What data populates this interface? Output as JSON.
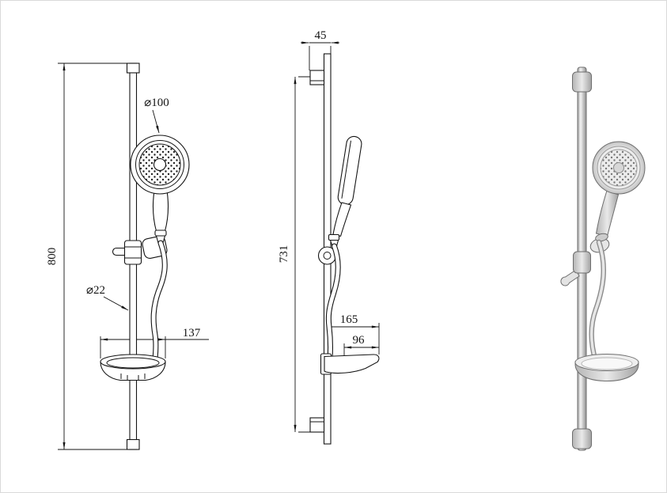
{
  "sheet": {
    "background": "#ffffff",
    "frame_color": "#d9d9d9",
    "line_color": "#141414",
    "render_stroke": "#6e6e6e",
    "render_fill_light": "#ececec",
    "render_fill_mid": "#d9d9d9"
  },
  "views": {
    "front": {
      "dim_height": "800",
      "dim_head_diameter": "⌀100",
      "dim_bar_diameter": "⌀22",
      "dim_dish_width": "137"
    },
    "side": {
      "dim_depth": "45",
      "dim_rail_length": "731",
      "dim_dish_reach": "165",
      "dim_dish_inner": "96"
    }
  }
}
